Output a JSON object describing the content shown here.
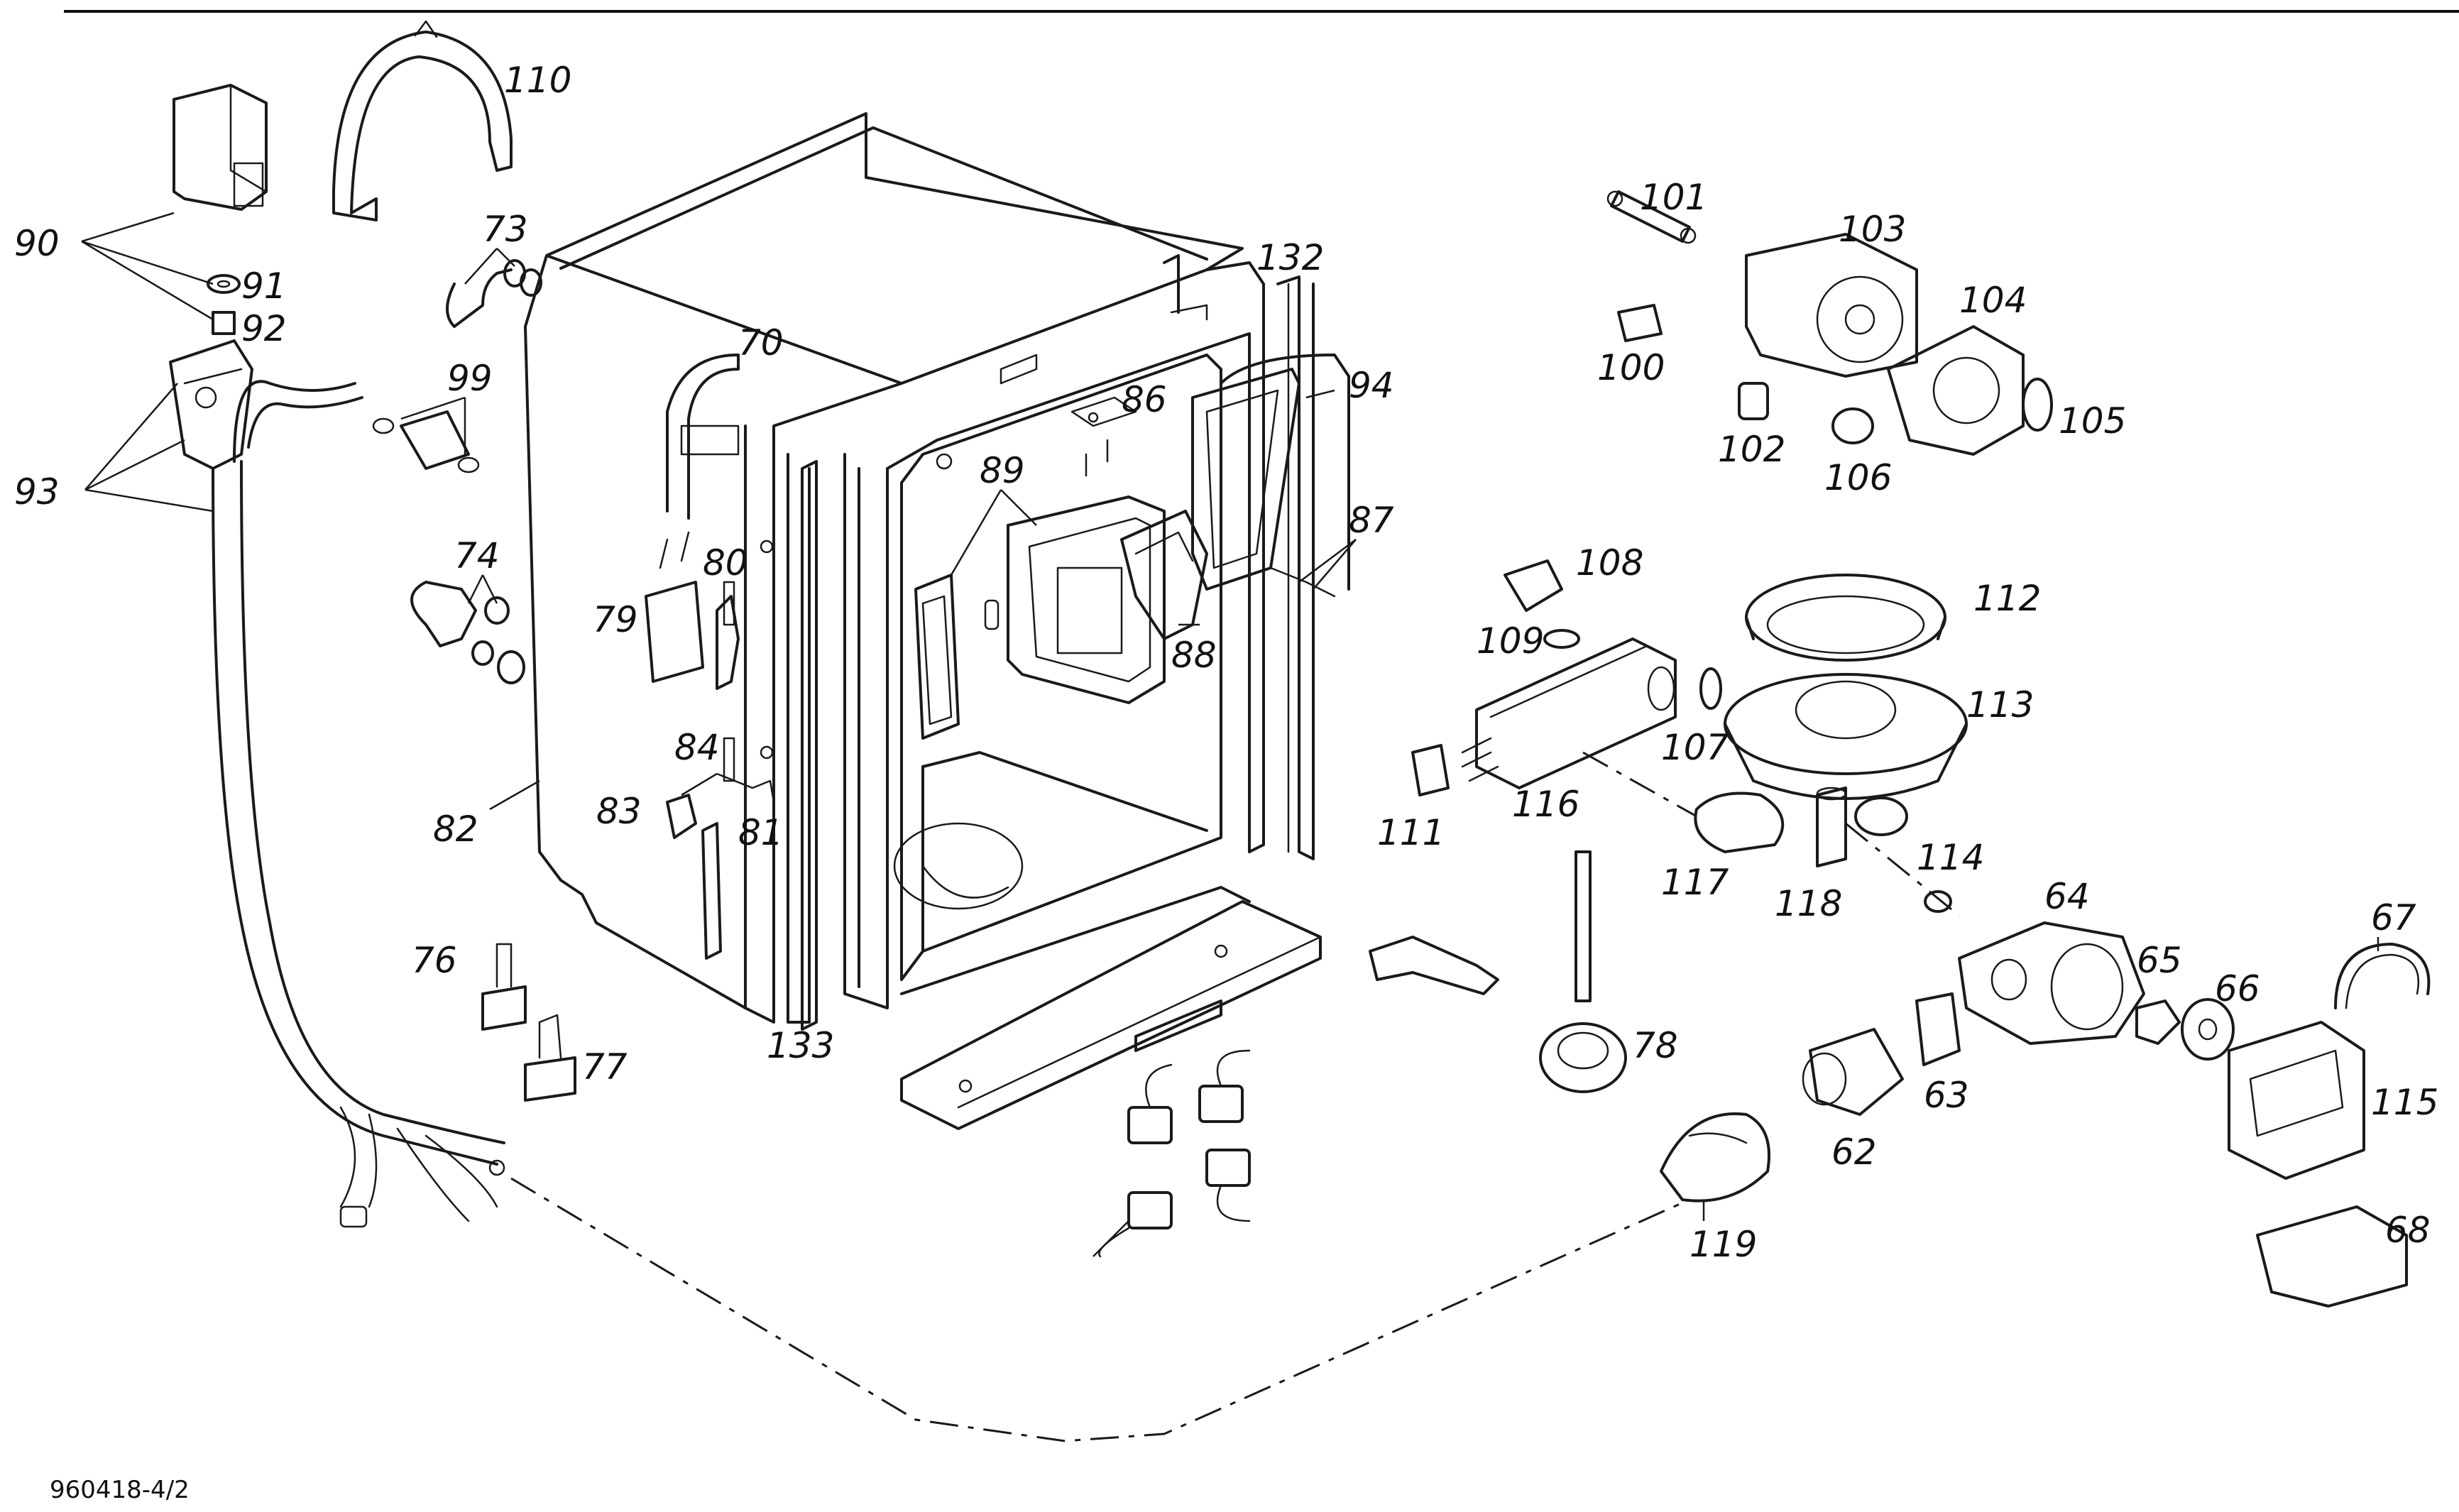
{
  "document_code": "960418-4/2",
  "callouts": [
    "110",
    "90",
    "91",
    "92",
    "93",
    "73",
    "70",
    "99",
    "74",
    "80",
    "79",
    "82",
    "83",
    "84",
    "81",
    "76",
    "77",
    "133",
    "89",
    "86",
    "88",
    "132",
    "94",
    "87",
    "101",
    "103",
    "100",
    "104",
    "102",
    "106",
    "105",
    "108",
    "109",
    "107",
    "112",
    "113",
    "111",
    "116",
    "117",
    "118",
    "114",
    "64",
    "67",
    "65",
    "66",
    "78",
    "63",
    "62",
    "115",
    "119",
    "68"
  ]
}
